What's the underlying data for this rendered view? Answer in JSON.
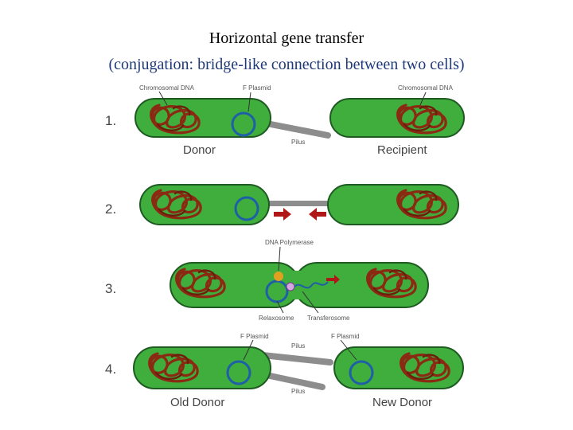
{
  "title": "Horizontal gene transfer",
  "subtitle": "(conjugation: bridge-like connection between two cells)",
  "steps": [
    "1.",
    "2.",
    "3.",
    "4."
  ],
  "labels": {
    "chromosomal_dna_left": "Chromosomal DNA",
    "f_plasmid_1": "F Plasmid",
    "chromosomal_dna_right": "Chromosomal DNA",
    "pilus_1": "Pilus",
    "donor": "Donor",
    "recipient": "Recipient",
    "dna_polymerase": "DNA Polymerase",
    "relaxosome": "Relaxosome",
    "transferosome": "Transferosome",
    "f_plasmid_4a": "F Plasmid",
    "f_plasmid_4b": "F Plasmid",
    "pilus_4a": "Pilus",
    "pilus_4b": "Pilus",
    "old_donor": "Old Donor",
    "new_donor": "New Donor"
  },
  "colors": {
    "cell_fill": "#3fae3c",
    "cell_stroke": "#1e5a22",
    "chromosome": "#8a2a12",
    "plasmid": "#1f5fa8",
    "pilus": "#8d8d8d",
    "arrow": "#b01818",
    "polymerase": "#e0a020"
  }
}
